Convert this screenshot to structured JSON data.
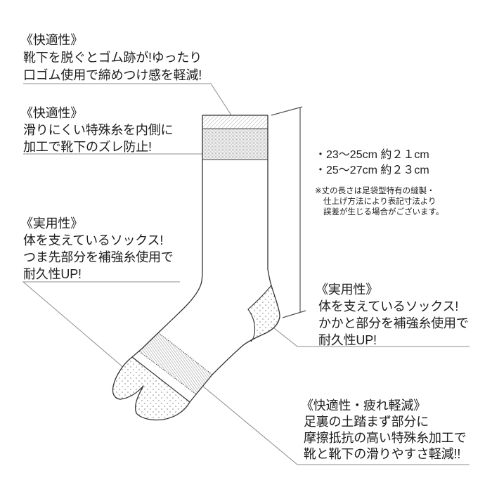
{
  "callouts": [
    {
      "heading": "《快適性》",
      "lines": [
        "靴下を脱ぐとゴム跡が!ゆったり",
        "口ゴム使用で締めつけ感を軽減!"
      ]
    },
    {
      "heading": "《快適性》",
      "lines": [
        "滑りにくい特殊糸を内側に",
        "加工で靴下のズレ防止!"
      ]
    },
    {
      "heading": "《実用性》",
      "lines": [
        "体を支えているソックス!",
        "つま先部分を補強糸使用で",
        "耐久性UP!"
      ]
    },
    {
      "heading": "《実用性》",
      "lines": [
        "体を支えているソックス!",
        "かかと部分を補強糸使用で",
        "耐久性UP!"
      ]
    },
    {
      "heading": "《快適性・疲れ軽減》",
      "lines": [
        "足裏の土踏まず部分に",
        "摩擦抵抗の高い特殊糸加工で",
        "靴と靴下の滑りやすさ軽減!!"
      ]
    }
  ],
  "sizes": {
    "rows": [
      "・23〜25cm 約２１cm",
      "・25〜27cm 約２３cm"
    ],
    "notes": [
      "※丈の長さは足袋型特有の縫製・",
      "仕上げ方法により表記寸法より",
      "誤差が生じる場合がございます。"
    ]
  },
  "colors": {
    "text": "#1e1e1e",
    "outline": "#333333",
    "leader": "#8c8c8c",
    "dimension": "#555555",
    "pattern": "#9a9a9a"
  }
}
